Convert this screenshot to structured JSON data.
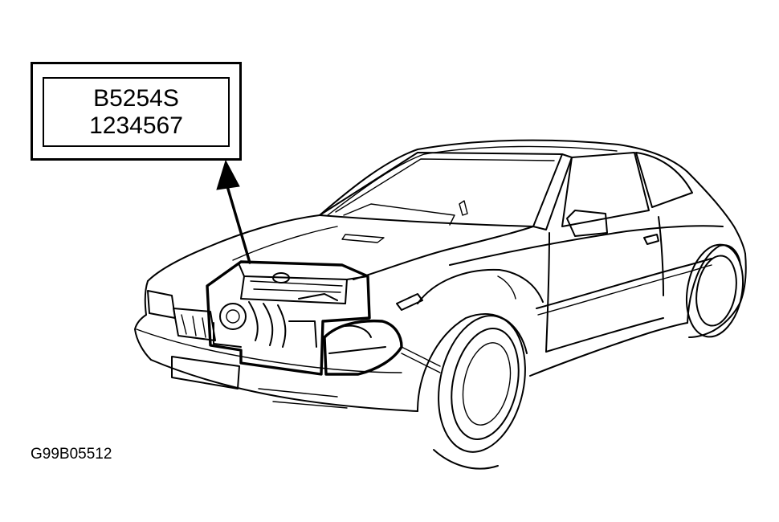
{
  "engine_label": {
    "line1": "B5254S",
    "line2": "1234567"
  },
  "figure_code": "G99B05512"
}
